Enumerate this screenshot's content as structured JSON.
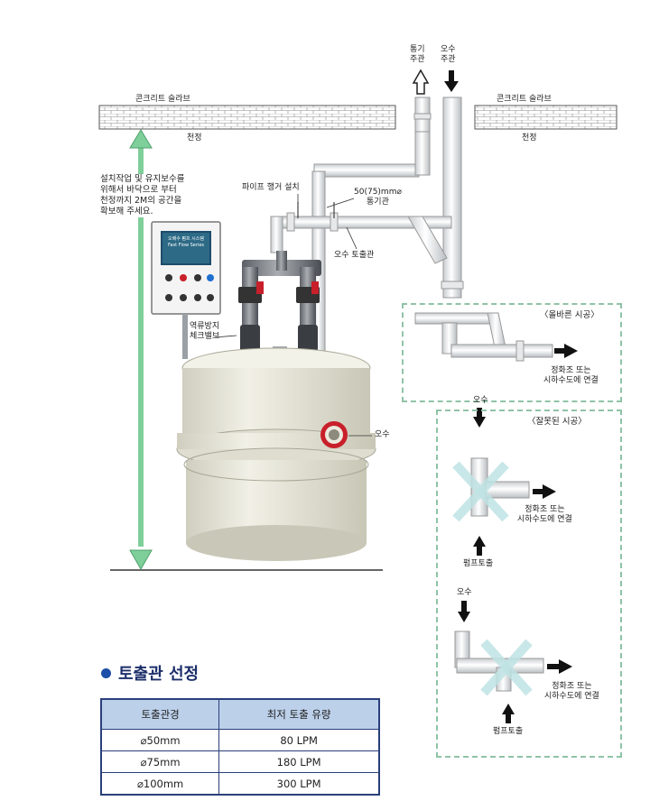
{
  "labels": {
    "slab_left": "콘크리트 슬라브",
    "slab_right": "콘크리트 슬라브",
    "ceiling_left": "천정",
    "ceiling_right": "천정",
    "vent_main": [
      "통기",
      "주관"
    ],
    "sewage_main": [
      "오수",
      "주관"
    ],
    "pipe_hanger": "파이프 행거 설치",
    "vent_pipe": [
      "50(75)mm⌀",
      "통기관"
    ],
    "discharge_pipe": "오수 토출관",
    "check_valve": [
      "역류방지",
      "체크밸브"
    ],
    "inlet": "오수",
    "panel_screen": [
      "오배수 펌프 시스템",
      "Fast Flow Series"
    ]
  },
  "note": [
    "설치작업 및 유지보수를",
    "위해서 바닥으로 부터",
    "천정까지 2M의 공간을",
    "확보해 주세요."
  ],
  "correct": {
    "title": "〈올바른 시공〉",
    "connect": [
      "정화조 또는",
      "시하수도에 연결"
    ]
  },
  "wrong": {
    "title": "〈잘못된 시공〉",
    "case1": {
      "inlet": "오수",
      "connect": [
        "정화조 또는",
        "시하수도에 연결"
      ],
      "pump": "펌프토출"
    },
    "case2": {
      "inlet": "오수",
      "connect": [
        "정화조 또는",
        "시하수도에 연결"
      ],
      "pump": "펌프토출"
    }
  },
  "selection": {
    "title": "토출관 선정",
    "headers": [
      "토출관경",
      "최저 토출 유량"
    ],
    "rows": [
      [
        "⌀50mm",
        "80 LPM"
      ],
      [
        "⌀75mm",
        "180 LPM"
      ],
      [
        "⌀100mm",
        "300 LPM"
      ]
    ]
  },
  "colors": {
    "table_header": "#bcd0ea",
    "table_border": "#2a3f7a",
    "dashed_box": "#8fc3a6",
    "cross": "#bfe3e4",
    "tank": "#e8e7da",
    "valve_red": "#c8202a"
  }
}
